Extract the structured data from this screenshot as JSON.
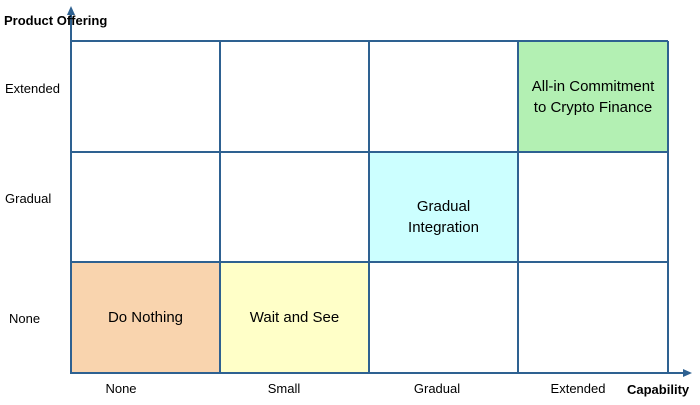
{
  "y_axis": {
    "title": "Product Offering",
    "ticks": [
      "Extended",
      "Gradual",
      "None"
    ]
  },
  "x_axis": {
    "title": "Capability",
    "ticks": [
      "None",
      "Small",
      "Gradual",
      "Extended"
    ]
  },
  "cells": [
    {
      "label": "Do Nothing",
      "color": "#f9d4ae"
    },
    {
      "label": "Wait and See",
      "color": "#ffffc8"
    },
    {
      "label": "Gradual Integration",
      "color": "#ccffff"
    },
    {
      "label": "All-in Commitment to Crypto Finance",
      "color": "#b3f0b3"
    }
  ],
  "line_color": "#2e6191"
}
